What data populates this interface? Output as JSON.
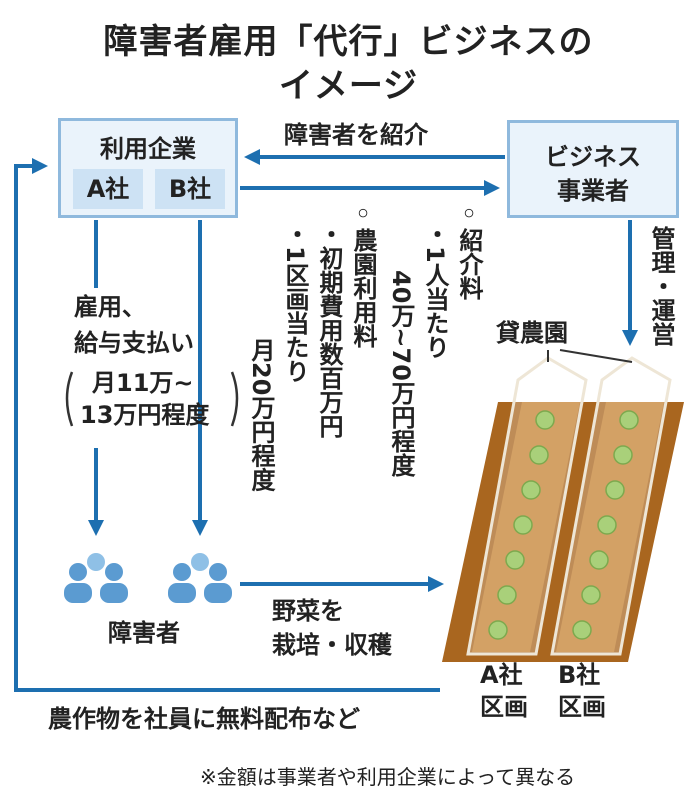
{
  "title": {
    "line1": "障害者雇用「代行」ビジネスの",
    "line2": "イメージ"
  },
  "client": {
    "label": "利用企業",
    "company_a": "A社",
    "company_b": "B社"
  },
  "operator": {
    "line1": "ビジネス",
    "line2": "事業者"
  },
  "arrows": {
    "introduce": "障害者を紹介",
    "management": "管理・運営",
    "cultivate_line1": "野菜を",
    "cultivate_line2": "栽培・収穫"
  },
  "fees": {
    "referral_title": "◦紹介料",
    "referral_detail1": "・1人当たり",
    "referral_detail2": "40万~70万円程度",
    "farm_title": "◦農園利用料",
    "farm_detail1": "・初期費用数百万円",
    "farm_detail2": "・1区画当たり",
    "farm_detail3": "月20万円程度"
  },
  "employment": {
    "line1": "雇用、",
    "line2": "給与支払い",
    "paren1": "月11万~",
    "paren2": "13万円程度"
  },
  "workers_label": "障害者",
  "farm": {
    "label": "貸農園",
    "plot_a_line1": "A社",
    "plot_a_line2": "区画",
    "plot_b_line1": "B社",
    "plot_b_line2": "区画"
  },
  "return_flow": "農作物を社員に無料配布など",
  "footnote": "※金額は事業者や利用企業によって異なる",
  "colors": {
    "arrow": "#1d6fb0",
    "person": "#5b9bd1",
    "soil": "#a9661f",
    "box_border": "#8fb9dd",
    "box_fill": "#eaf3fb"
  }
}
